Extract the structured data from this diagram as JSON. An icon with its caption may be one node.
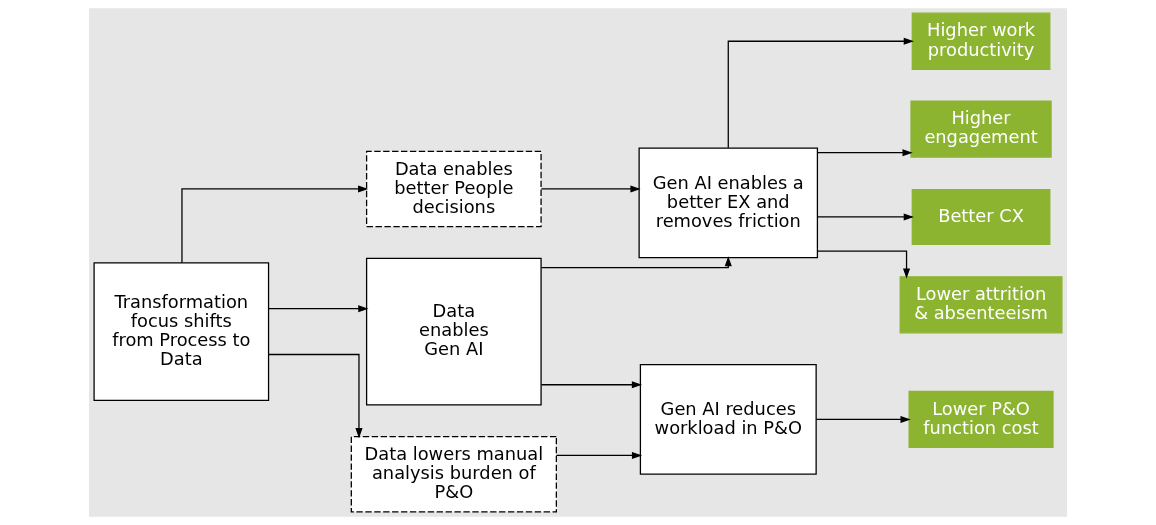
{
  "diagram": {
    "nodes": [
      {
        "text": [
          "Transformation focus shifts from Process to Data"
        ]
      },
      {
        "text": [
          "Data enables better People decisions"
        ]
      },
      {
        "text": [
          "Data enables Gen AI"
        ]
      },
      {
        "text": [
          "Data lowers manual analysis burden of P&O"
        ]
      },
      {
        "text": [
          "Gen AI enables a better EX and removes friction"
        ]
      },
      {
        "text": [
          "Gen AI reduces workload in P&O"
        ]
      },
      {
        "text": [
          "Higher work productivity"
        ]
      },
      {
        "text": [
          "Higher engagement"
        ]
      },
      {
        "text": [
          "Better CX"
        ]
      },
      {
        "text": [
          "Lower attrition & absenteeism"
        ]
      },
      {
        "text": [
          "Lower P&O function cost"
        ]
      }
    ],
    "edges": [
      {
        "from": 0,
        "to": 1,
        "arrow": "to"
      },
      {
        "from": 0,
        "to": 2,
        "arrow": "to"
      },
      {
        "from": 0,
        "to": 3,
        "arrow": "to"
      },
      {
        "from": 1,
        "to": 4,
        "arrow": "to"
      },
      {
        "from": 2,
        "to": 4,
        "arrow": "to"
      },
      {
        "from": 2,
        "to": 5,
        "arrow": "to"
      },
      {
        "from": 3,
        "to": 5,
        "arrow": "to"
      },
      {
        "from": 4,
        "to": 6,
        "arrow": "to"
      },
      {
        "from": 4,
        "to": 7,
        "arrow": "to"
      },
      {
        "from": 4,
        "to": 8,
        "arrow": "to"
      },
      {
        "from": 4,
        "to": 9,
        "arrow": "to"
      },
      {
        "from": 5,
        "to": 10,
        "arrow": "to"
      }
    ]
  }
}
